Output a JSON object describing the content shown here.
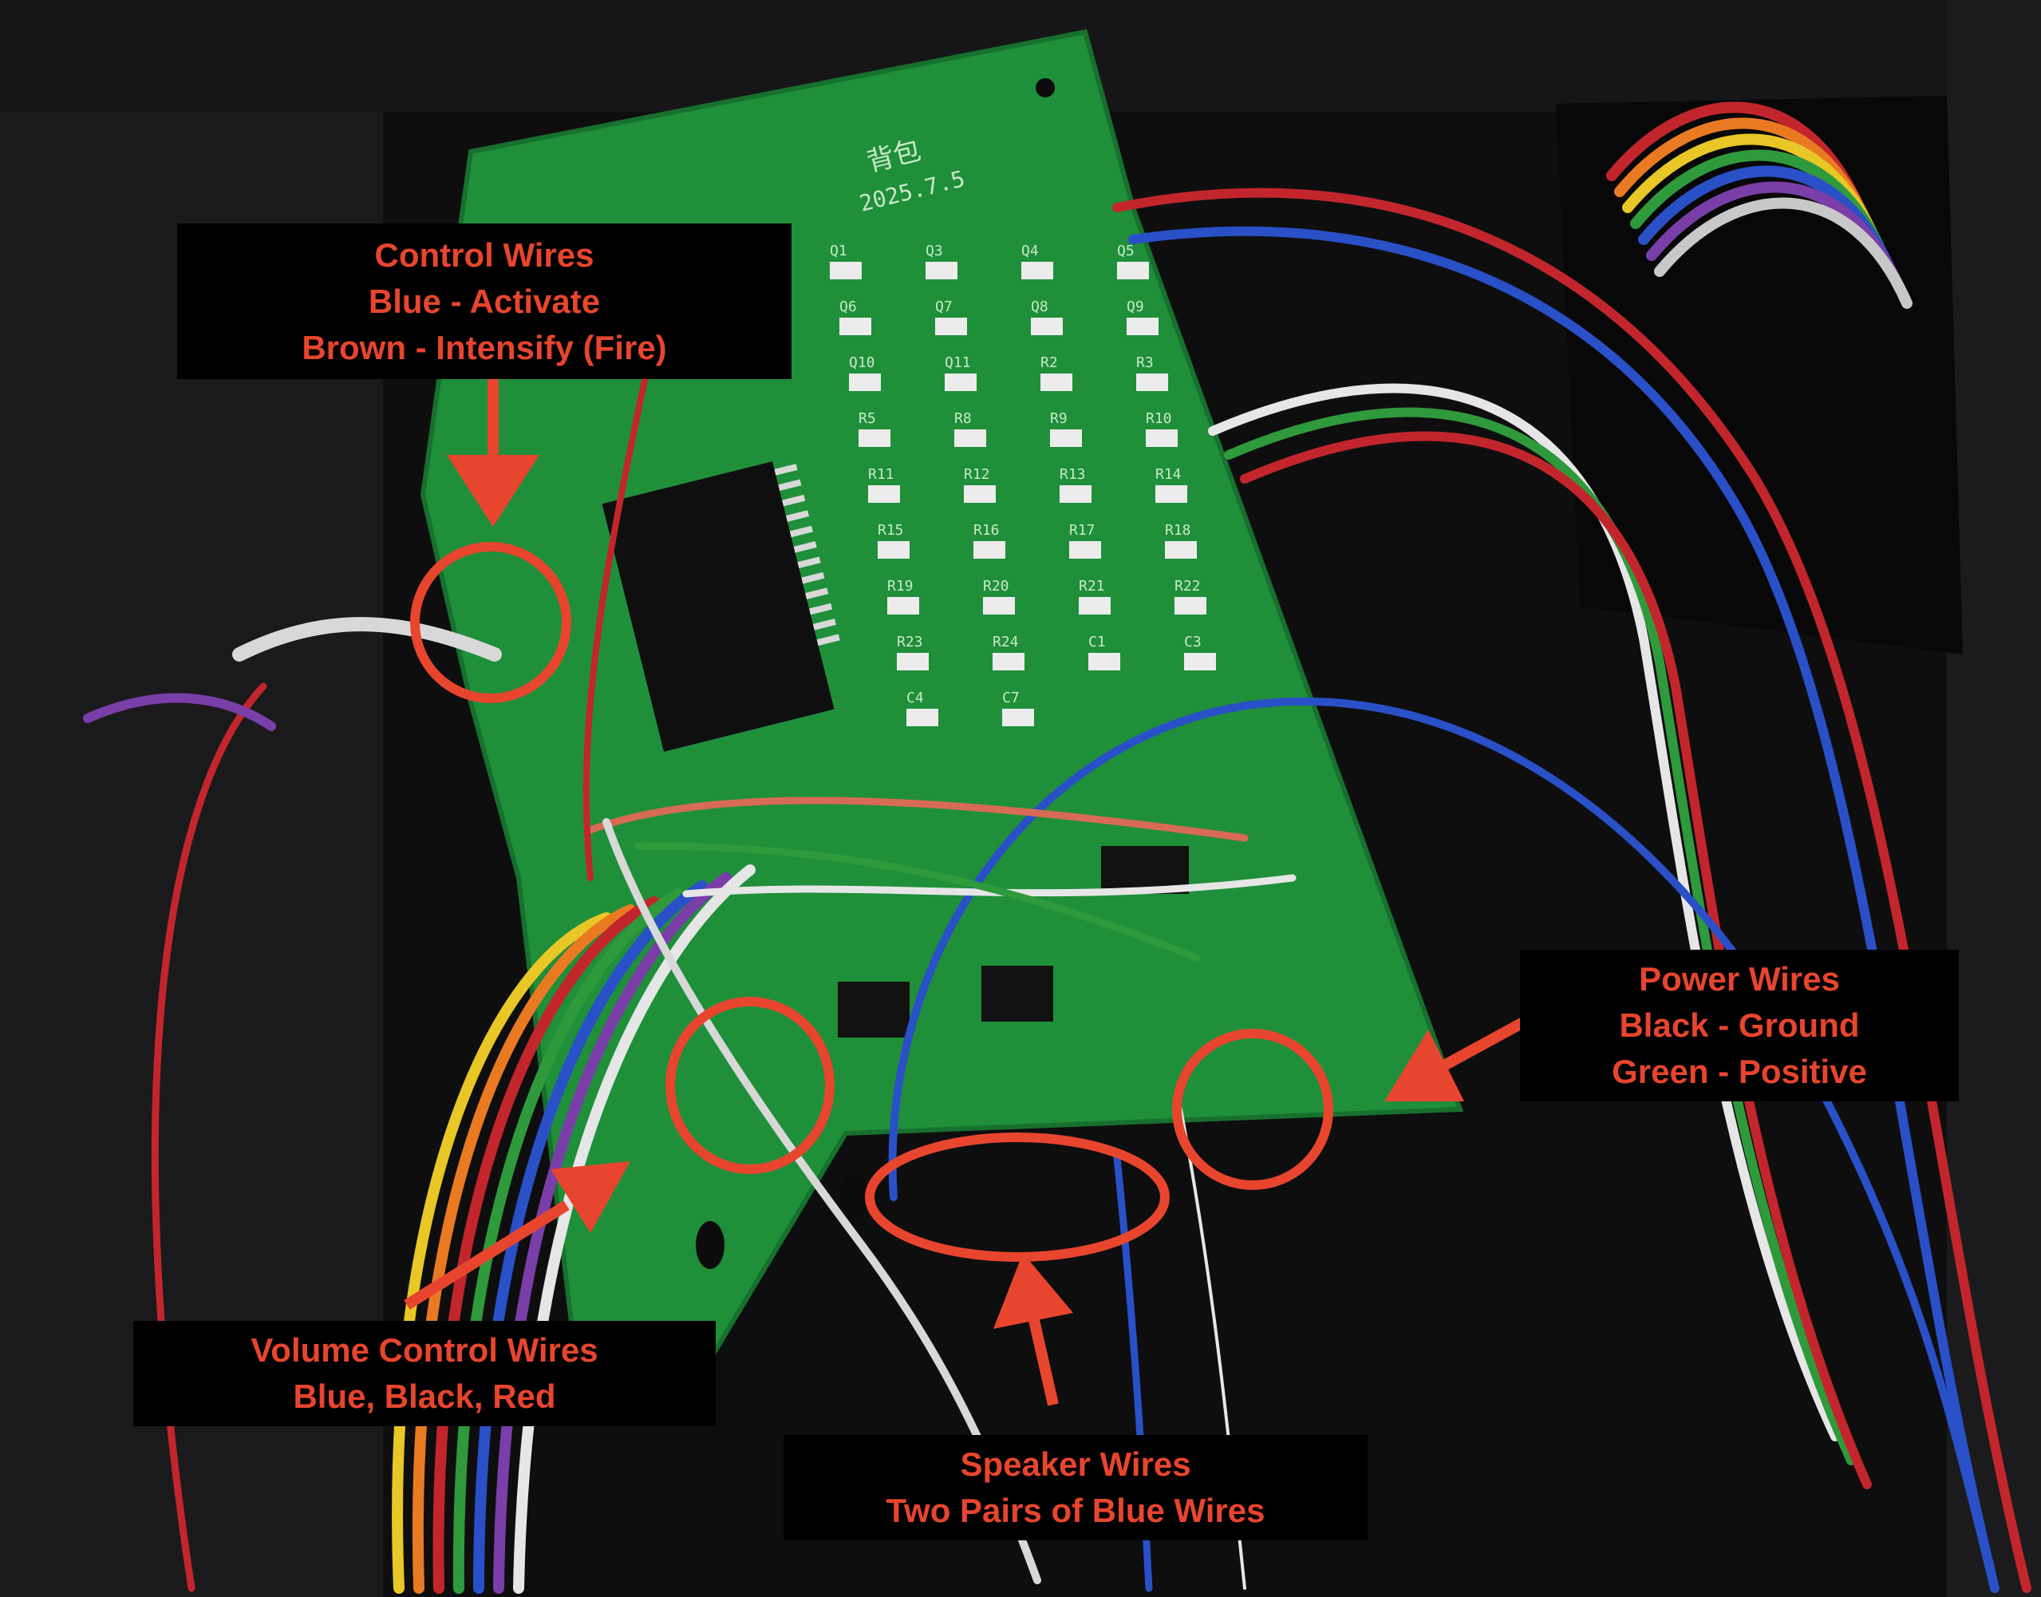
{
  "photo": {
    "pcb_marking_cn": "背包",
    "pcb_date": "2025.7.5",
    "pcb_refs": [
      "Q1",
      "Q3",
      "Q4",
      "Q5",
      "Q6",
      "Q7",
      "Q8",
      "Q9",
      "Q10",
      "Q11",
      "R2",
      "R3",
      "R5",
      "R8",
      "R9",
      "R10",
      "R11",
      "R12",
      "R13",
      "R14",
      "R15",
      "R16",
      "R17",
      "R18",
      "R19",
      "R20",
      "R21",
      "R22",
      "R23",
      "R24",
      "C1",
      "C3",
      "C4",
      "C7"
    ]
  },
  "annotations": [
    {
      "id": "control",
      "lines": [
        "Control Wires",
        "Blue - Activate",
        "Brown - Intensify (Fire)"
      ]
    },
    {
      "id": "power",
      "lines": [
        "Power Wires",
        "Black - Ground",
        "Green - Positive"
      ]
    },
    {
      "id": "volume",
      "lines": [
        "Volume Control Wires",
        "Blue, Black, Red"
      ]
    },
    {
      "id": "speaker",
      "lines": [
        "Speaker Wires",
        "Two Pairs of Blue Wires"
      ]
    }
  ],
  "colors": {
    "annotation": "#e8452e",
    "label_bg": "#000000",
    "pcb": "#1f8f3a"
  }
}
